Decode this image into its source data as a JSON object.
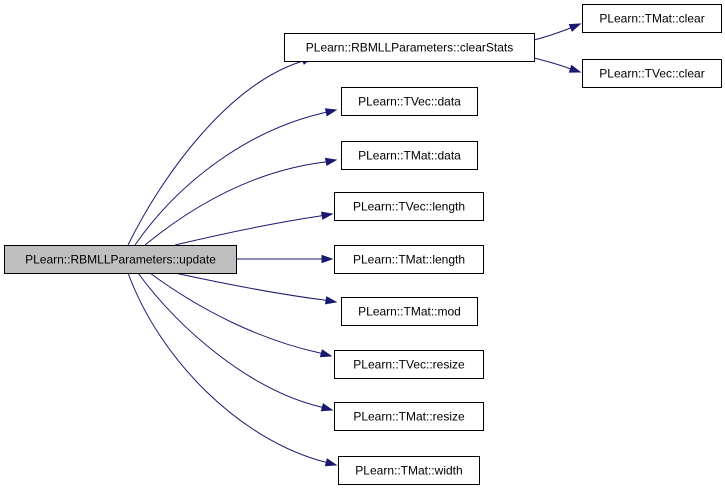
{
  "graph": {
    "colors": {
      "background": "#ffffff",
      "root_fill": "#bfbfbf",
      "node_fill": "#ffffff",
      "node_border": "#000000",
      "edge": "#191970"
    },
    "nodes": [
      {
        "id": "update",
        "label": "PLearn::RBMLLParameters::update",
        "root": true
      },
      {
        "id": "clearStats",
        "label": "PLearn::RBMLLParameters::clearStats"
      },
      {
        "id": "tmat_clear",
        "label": "PLearn::TMat::clear"
      },
      {
        "id": "tvec_clear",
        "label": "PLearn::TVec::clear"
      },
      {
        "id": "tvec_data",
        "label": "PLearn::TVec::data"
      },
      {
        "id": "tmat_data",
        "label": "PLearn::TMat::data"
      },
      {
        "id": "tvec_length",
        "label": "PLearn::TVec::length"
      },
      {
        "id": "tmat_length",
        "label": "PLearn::TMat::length"
      },
      {
        "id": "tmat_mod",
        "label": "PLearn::TMat::mod"
      },
      {
        "id": "tvec_resize",
        "label": "PLearn::TVec::resize"
      },
      {
        "id": "tmat_resize",
        "label": "PLearn::TMat::resize"
      },
      {
        "id": "tmat_width",
        "label": "PLearn::TMat::width"
      }
    ],
    "edges": [
      {
        "from": "update",
        "to": "clearStats"
      },
      {
        "from": "update",
        "to": "tvec_data"
      },
      {
        "from": "update",
        "to": "tmat_data"
      },
      {
        "from": "update",
        "to": "tvec_length"
      },
      {
        "from": "update",
        "to": "tmat_length"
      },
      {
        "from": "update",
        "to": "tmat_mod"
      },
      {
        "from": "update",
        "to": "tvec_resize"
      },
      {
        "from": "update",
        "to": "tmat_resize"
      },
      {
        "from": "update",
        "to": "tmat_width"
      },
      {
        "from": "clearStats",
        "to": "tmat_clear"
      },
      {
        "from": "clearStats",
        "to": "tvec_clear"
      }
    ]
  }
}
